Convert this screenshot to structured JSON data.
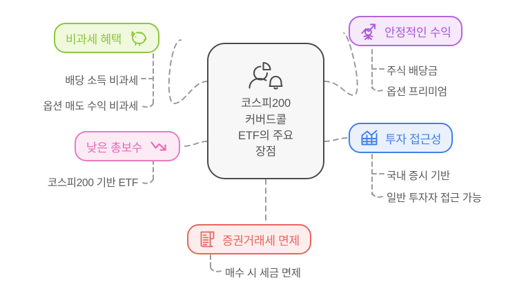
{
  "diagram": {
    "type": "mind-map",
    "title": "코스피200 커버드콜 ETF의 주요 장점",
    "center": {
      "label": "코스피200\n커버드콜\nETF의 주요\n장점",
      "icon": "pie-chart-person-bell-icon",
      "border_color": "#4a4a4a",
      "fill_color": "#f7f7f7",
      "text_color": "#555555"
    },
    "branches": [
      {
        "id": "tax-free-benefits",
        "label": "비과세 혜택",
        "icon": "piggy-bank-icon",
        "color": "#8cc63f",
        "text_color": "#8cc63f",
        "fill_color": "#f0f8dd",
        "position": "top-left",
        "children": [
          {
            "label": "배당 소득 비과세"
          },
          {
            "label": "옵션 매도 수익 비과세"
          }
        ]
      },
      {
        "id": "low-total-fee",
        "label": "낮은 총보수",
        "icon": "declining-trend-arrow-icon",
        "color": "#e87bc0",
        "text_color": "#e666b4",
        "fill_color": "#fceaf5",
        "position": "middle-left",
        "children": [
          {
            "label": "코스피200 기반 ETF"
          }
        ]
      },
      {
        "id": "stable-income",
        "label": "안정적인 수익",
        "icon": "person-growth-arrow-icon",
        "color": "#b563e0",
        "text_color": "#a855d6",
        "fill_color": "#f6e9fc",
        "position": "top-right",
        "children": [
          {
            "label": "주식 배당금"
          },
          {
            "label": "옵션 프리미엄"
          }
        ]
      },
      {
        "id": "investment-accessibility",
        "label": "투자 접근성",
        "icon": "bar-grid-chart-icon",
        "color": "#3f7fe8",
        "text_color": "#3f7fe8",
        "fill_color": "#eaf1fd",
        "position": "middle-right",
        "children": [
          {
            "label": "국내 증시 기반"
          },
          {
            "label": "일반 투자자 접근 가능"
          }
        ]
      },
      {
        "id": "securities-tax-exemption",
        "label": "증권거래세 면제",
        "icon": "document-scroll-icon",
        "color": "#e8645e",
        "text_color": "#e8645e",
        "fill_color": "#fdeeed",
        "position": "bottom",
        "children": [
          {
            "label": "매수 시 세금 면제"
          }
        ]
      }
    ],
    "connector_color": "#9a9a9a"
  }
}
